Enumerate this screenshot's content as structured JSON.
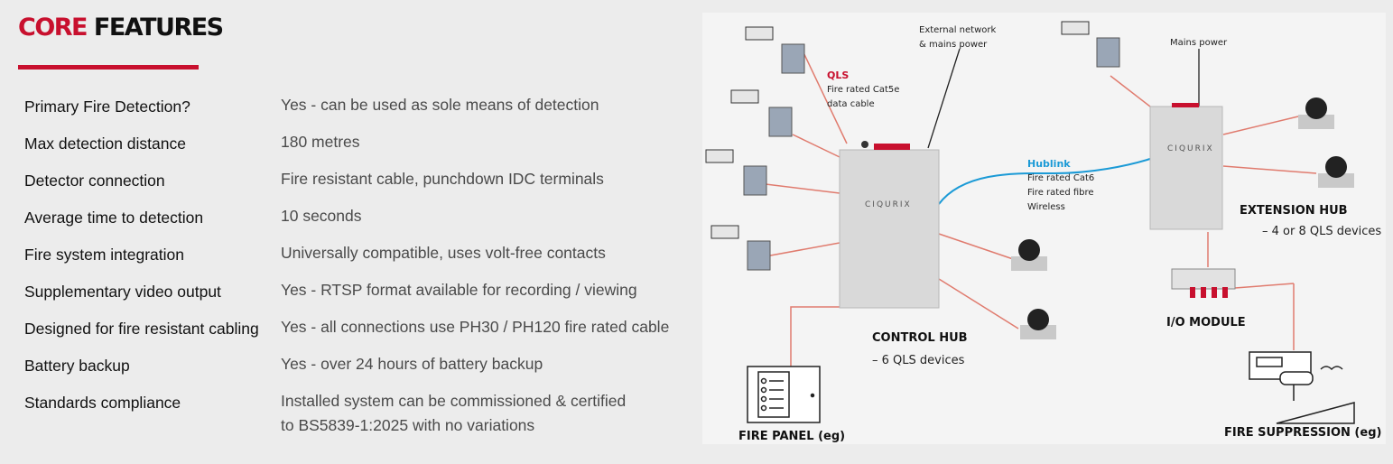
{
  "heading": {
    "accent": "CORE",
    "rest": "FEATURES"
  },
  "features": [
    {
      "label": "Primary Fire Detection?",
      "value": [
        "Yes - can be used as sole means of detection"
      ]
    },
    {
      "label": "Max detection distance",
      "value": [
        "180 metres"
      ]
    },
    {
      "label": "Detector connection",
      "value": [
        "Fire resistant cable, punchdown IDC terminals"
      ]
    },
    {
      "label": "Average time to detection",
      "value": [
        "10 seconds"
      ]
    },
    {
      "label": "Fire system integration",
      "value": [
        "Universally compatible, uses volt-free contacts"
      ]
    },
    {
      "label": "Supplementary video output",
      "value": [
        "Yes - RTSP format available for recording / viewing"
      ]
    },
    {
      "label": "Designed for fire resistant cabling",
      "value": [
        "Yes - all connections use PH30 / PH120 fire rated cable"
      ]
    },
    {
      "label": "Battery backup",
      "value": [
        "Yes - over 24 hours of battery backup"
      ]
    },
    {
      "label": "Standards compliance",
      "value": [
        "Installed system can be commissioned & certified",
        "to BS5839-1:2025 with no variations"
      ]
    }
  ],
  "diagram": {
    "external": [
      "External network",
      "& mains power"
    ],
    "mains": "Mains power",
    "qls_title": "QLS",
    "qls_lines": [
      "Fire rated Cat5e",
      "data cable"
    ],
    "hublink_title": "Hublink",
    "hublink_lines": [
      "Fire rated Cat6",
      "Fire rated fibre",
      "Wireless"
    ],
    "control_hub": "CONTROL HUB",
    "control_hub_sub": "– 6 QLS devices",
    "extension_hub": "EXTENSION HUB",
    "extension_hub_sub": "– 4 or 8 QLS devices",
    "io_module": "I/O MODULE",
    "fire_panel": "FIRE PANEL (eg)",
    "fire_suppression": "FIRE SUPPRESSION (eg)",
    "brand": "CIQURIX"
  },
  "colors": {
    "accent": "#c8102e",
    "hublink": "#1b9ad6",
    "wire": "#e07b6e"
  }
}
